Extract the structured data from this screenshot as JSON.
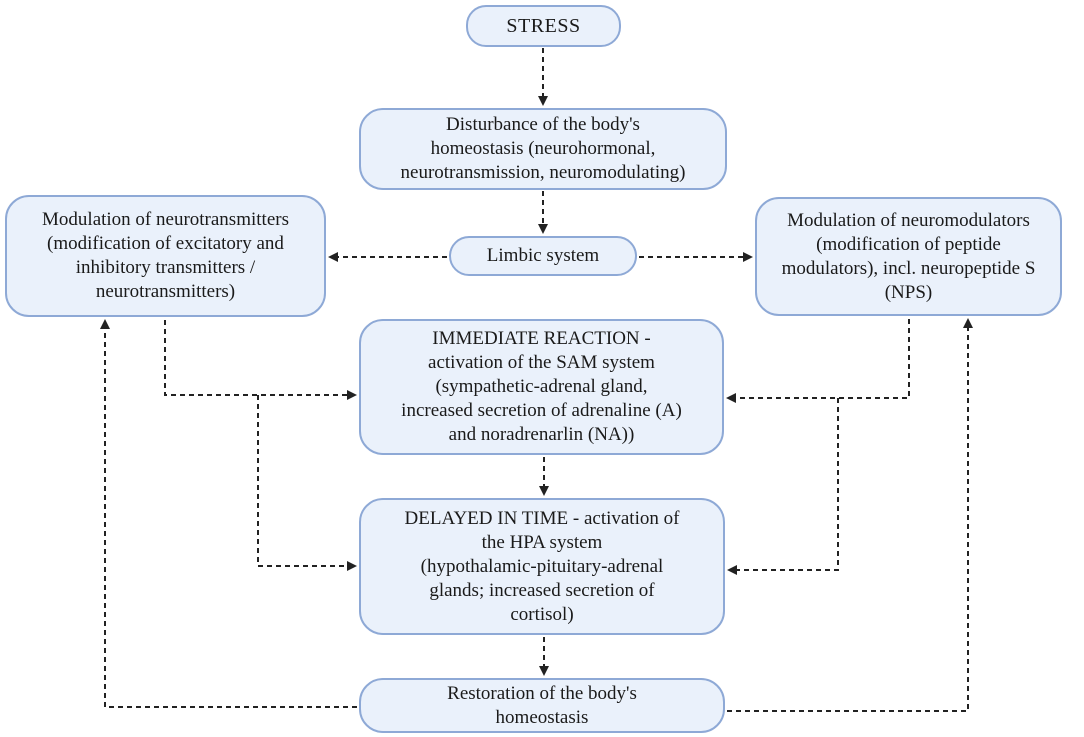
{
  "nodes": {
    "stress": "STRESS",
    "disturbance": "Disturbance of the body's\nhomeostasis (neurohormonal,\nneurotransmission, neuromodulating)",
    "limbic": "Limbic system",
    "mod_neurotransmitters": "Modulation of neurotransmitters\n(modification of excitatory and\ninhibitory transmitters /\nneurotransmitters)",
    "mod_neuromodulators": "Modulation of neuromodulators\n(modification of peptide\nmodulators), incl. neuropeptide S\n(NPS)",
    "immediate": "IMMEDIATE REACTION -\nactivation of the SAM system\n(sympathetic-adrenal gland,\nincreased secretion of adrenaline (A)\nand noradrenarlin (NA))",
    "delayed": "DELAYED IN TIME - activation of\nthe HPA system\n(hypothalamic-pituitary-adrenal\nglands; increased secretion of\ncortisol)",
    "restoration": "Restoration of the body's\nhomeostasis"
  },
  "edges": [
    {
      "from": "stress",
      "to": "disturbance"
    },
    {
      "from": "disturbance",
      "to": "limbic"
    },
    {
      "from": "limbic",
      "to": "mod_neurotransmitters"
    },
    {
      "from": "limbic",
      "to": "mod_neuromodulators"
    },
    {
      "from": "mod_neurotransmitters",
      "to": "immediate"
    },
    {
      "from": "mod_neurotransmitters",
      "to": "delayed"
    },
    {
      "from": "mod_neuromodulators",
      "to": "immediate"
    },
    {
      "from": "mod_neuromodulators",
      "to": "delayed"
    },
    {
      "from": "immediate",
      "to": "delayed"
    },
    {
      "from": "delayed",
      "to": "restoration"
    },
    {
      "from": "restoration",
      "to": "mod_neurotransmitters"
    },
    {
      "from": "restoration",
      "to": "mod_neuromodulators"
    }
  ]
}
